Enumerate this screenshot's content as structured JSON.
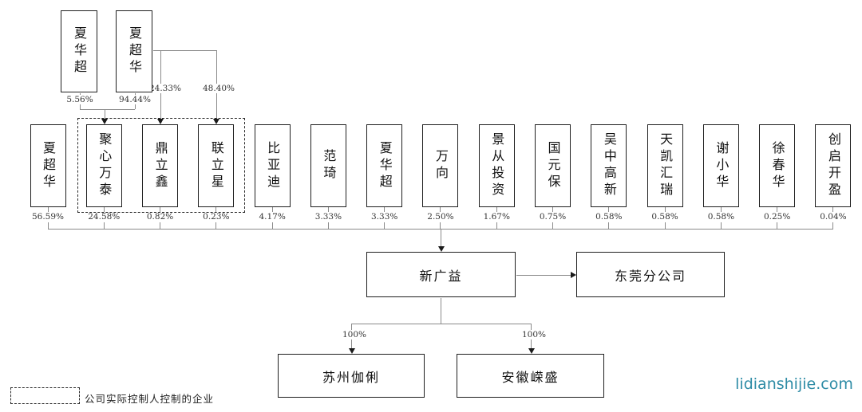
{
  "diagram": {
    "top_owners": [
      {
        "name": "夏华超",
        "pct": "5.56%"
      },
      {
        "name": "夏超华",
        "pct": "94.44%"
      }
    ],
    "top_links": [
      {
        "pct": "24.33%"
      },
      {
        "pct": "48.40%"
      }
    ],
    "shareholders": [
      {
        "name": "夏超华",
        "pct": "56.59%"
      },
      {
        "name": "聚心万泰",
        "pct": "24.58%"
      },
      {
        "name": "鼎立鑫",
        "pct": "0.82%"
      },
      {
        "name": "联立星",
        "pct": "0.23%"
      },
      {
        "name": "比亚迪",
        "pct": "4.17%"
      },
      {
        "name": "范琦",
        "pct": "3.33%"
      },
      {
        "name": "夏华超",
        "pct": "3.33%"
      },
      {
        "name": "万向",
        "pct": "2.50%"
      },
      {
        "name": "景从投资",
        "pct": "1.67%"
      },
      {
        "name": "国元保",
        "pct": "0.75%"
      },
      {
        "name": "吴中高新",
        "pct": "0.58%"
      },
      {
        "name": "天凯汇瑞",
        "pct": "0.58%"
      },
      {
        "name": "谢小华",
        "pct": "0.58%"
      },
      {
        "name": "徐春华",
        "pct": "0.25%"
      },
      {
        "name": "创启开盈",
        "pct": "0.04%"
      }
    ],
    "company": {
      "name": "新广益"
    },
    "branch": {
      "name": "东莞分公司"
    },
    "subsidiaries": [
      {
        "name": "苏州伽俐",
        "pct": "100%"
      },
      {
        "name": "安徽嵘盛",
        "pct": "100%"
      }
    ],
    "legend": {
      "label": "公司实际控制人控制的企业"
    },
    "watermark": {
      "text": "lidianshijie.com",
      "color": "#2e8ca6"
    },
    "colors": {
      "line": "#8a8a8a",
      "box_border": "#1f1f1f",
      "text": "#111111"
    }
  }
}
